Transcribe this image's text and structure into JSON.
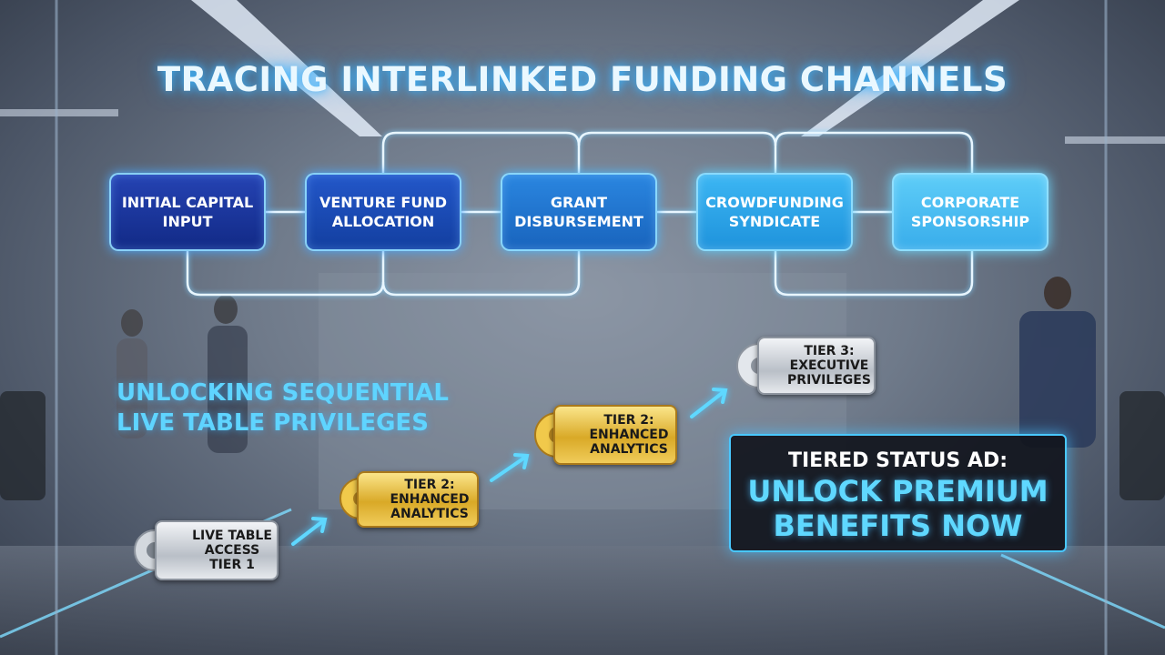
{
  "title": "TRACING INTERLINKED FUNDING CHANNELS",
  "flow_nodes": [
    {
      "line1": "INITIAL CAPITAL",
      "line2": "INPUT"
    },
    {
      "line1": "VENTURE FUND",
      "line2": "ALLOCATION"
    },
    {
      "line1": "GRANT",
      "line2": "DISBURSEMENT"
    },
    {
      "line1": "CROWDFUNDING",
      "line2": "SYNDICATE"
    },
    {
      "line1": "CORPORATE",
      "line2": "SPONSORSHIP"
    }
  ],
  "side_heading": {
    "line1": "UNLOCKING SEQUENTIAL",
    "line2": "LIVE TABLE PRIVILEGES"
  },
  "tier_tags": [
    {
      "line1": "LIVE TABLE",
      "line2": "ACCESS",
      "line3": "TIER 1",
      "style": "silver"
    },
    {
      "line1": "TIER 2:",
      "line2": "ENHANCED",
      "line3": "ANALYTICS",
      "style": "gold"
    },
    {
      "line1": "TIER 2:",
      "line2": "ENHANCED",
      "line3": "ANALYTICS",
      "style": "gold"
    },
    {
      "line1": "TIER 3:",
      "line2": "EXECUTIVE",
      "line3": "PRIVILEGES",
      "style": "silver"
    }
  ],
  "ad": {
    "line1": "TIERED STATUS AD:",
    "line2": "UNLOCK PREMIUM",
    "line3": "BENEFITS NOW"
  },
  "colors": {
    "accent": "#5fd4ff",
    "glow": "#3fb7ff",
    "gold": "#d9a927",
    "silver": "#b9bfc7"
  }
}
